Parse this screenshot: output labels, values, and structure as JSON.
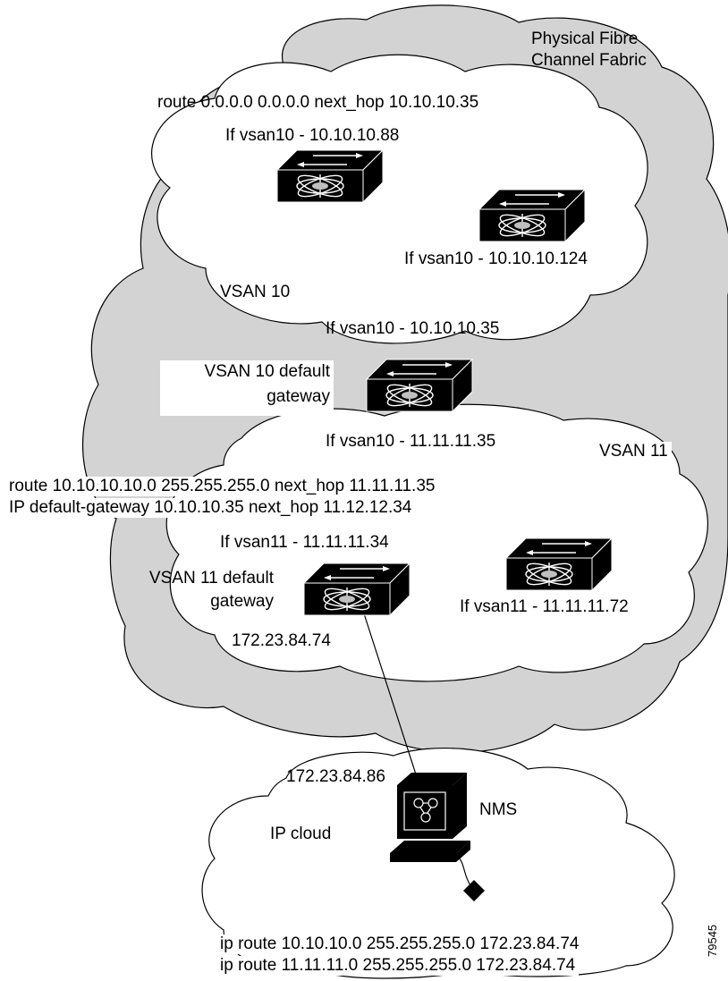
{
  "fabric": {
    "title_line1": "Physical Fibre",
    "title_line2": "Channel Fabric"
  },
  "vsan10": {
    "name": "VSAN 10",
    "route": "route 0.0.0.0  0.0.0.0 next_hop 10.10.10.35",
    "switch_a_label": "If vsan10 - 10.10.10.88",
    "switch_b_label": "If vsan10 - 10.10.10.124",
    "gateway_if_label": "If vsan10 - 10.10.10.35"
  },
  "gateway10": {
    "label_line1": "VSAN 10 default",
    "label_line2": "gateway",
    "vsan11_if_label": "If vsan10 - 11.11.11.35"
  },
  "vsan11": {
    "name": "VSAN 11",
    "route": "route 10.10.10.10.0  255.255.255.0 next_hop 11.11.11.35",
    "default_gateway": "IP default-gateway 10.10.10.35 next_hop 11.12.12.34",
    "gateway_if_label": "If vsan11 - 11.11.11.34",
    "switch_label": "If vsan11 - 11.11.11.72"
  },
  "gateway11": {
    "label_line1": "VSAN 11 default",
    "label_line2": "gateway",
    "mgmt_ip": "172.23.84.74"
  },
  "ipcloud": {
    "name": "IP cloud",
    "nms_ip": "172.23.84.86",
    "nms_label": "NMS",
    "route1": "ip route 10.10.10.0  255.255.255.0 172.23.84.74",
    "route2": "ip route 11.11.11.0  255.255.255.0 172.23.84.74"
  },
  "figure_id": "79545"
}
